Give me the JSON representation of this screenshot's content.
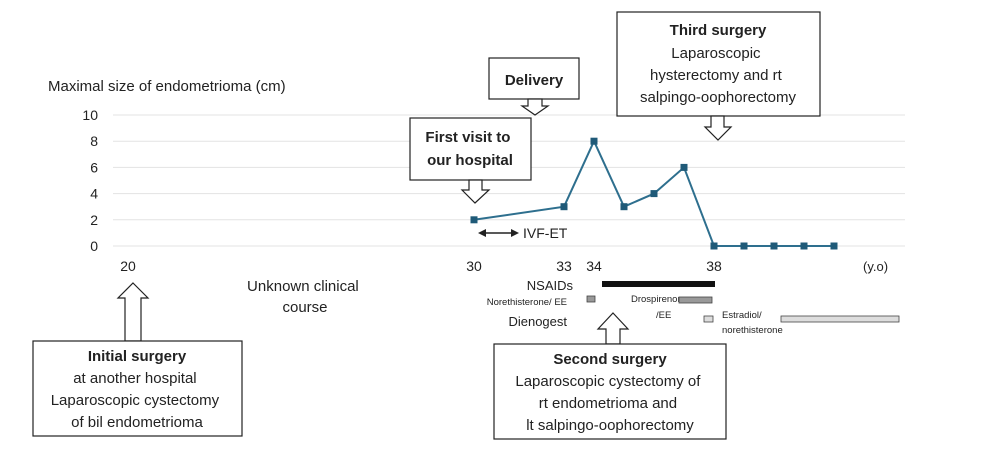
{
  "chart_data": {
    "type": "line",
    "ylabel": "Maximal size of  endometrioma (cm)",
    "xunit": "(y.o)",
    "ylim": [
      0,
      10
    ],
    "yticks": [
      0,
      2,
      4,
      6,
      8,
      10
    ],
    "xticks": [
      {
        "age": 20,
        "label": "20"
      },
      {
        "age": 30,
        "label": "30"
      },
      {
        "age": 33,
        "label": "33"
      },
      {
        "age": 34,
        "label": "34"
      },
      {
        "age": 38,
        "label": "38"
      }
    ],
    "series": [
      {
        "points": [
          {
            "age": 30,
            "size": 2
          },
          {
            "age": 33,
            "size": 3
          },
          {
            "age": 34,
            "size": 8
          },
          {
            "age": 35,
            "size": 3
          },
          {
            "age": 36,
            "size": 4
          },
          {
            "age": 37,
            "size": 6
          },
          {
            "age": 38,
            "size": 0
          },
          {
            "age": 39,
            "size": 0
          },
          {
            "age": 40,
            "size": 0
          },
          {
            "age": 41,
            "size": 0
          },
          {
            "age": 42,
            "size": 0
          }
        ],
        "color": "#2e6f8e"
      }
    ],
    "grid": true,
    "annotations": {
      "unknown_course": "Unknown clinical\ncourse",
      "ivf_et": "IVF-ET",
      "nsaids": "NSAIDs",
      "norethisterone_ee": "Norethisterone/ EE",
      "drospirenone": "Drospirenone\n/EE",
      "dienogest": "Dienogest",
      "estradiol": "Estradiol/\nnorethisterone"
    },
    "callouts": {
      "initial": {
        "title": "Initial surgery",
        "body": "at another hospital\nLaparoscopic cystectomy\nof bil endometrioma"
      },
      "delivery": {
        "title": "Delivery"
      },
      "first_visit": {
        "title": "First visit to\nour hospital"
      },
      "second": {
        "title": "Second surgery",
        "body": "Laparoscopic cystectomy of\nrt endometrioma and\nlt salpingo-oophorectomy"
      },
      "third": {
        "title": "Third surgery",
        "body": "Laparoscopic\nhysterectomy and rt\nsalpingo-oophorectomy"
      }
    }
  }
}
